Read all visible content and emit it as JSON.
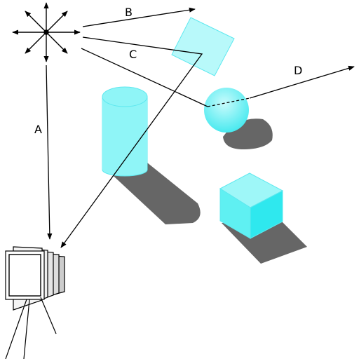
{
  "labels": {
    "a": "A",
    "b": "B",
    "c": "C",
    "d": "D"
  },
  "colors": {
    "object_fill": "#8ff5f7",
    "object_fill_dark": "#33e9ee",
    "object_edge": "#5de8ef",
    "shadow": "#666666",
    "ray": "#000000"
  },
  "icons": [
    "light-source-icon",
    "camera-icon"
  ]
}
